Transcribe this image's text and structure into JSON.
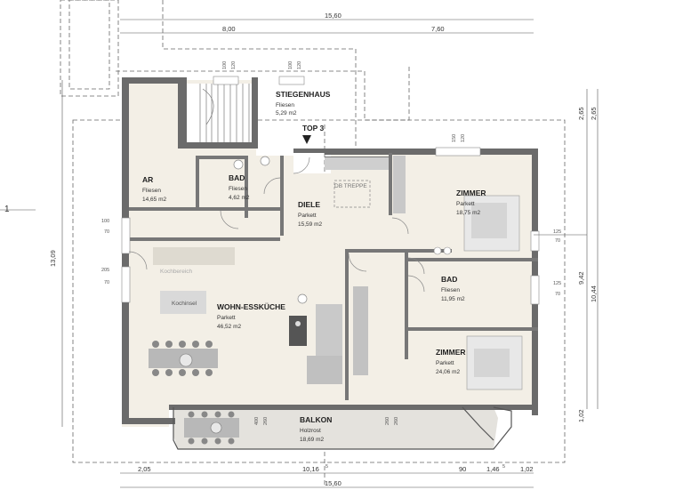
{
  "plan": {
    "marker": "TOP 3",
    "section_mark": "1",
    "rooms": {
      "stiegenhaus": {
        "name": "STIEGENHAUS",
        "material": "Fliesen",
        "area": "5,29 m2"
      },
      "ar": {
        "name": "AR",
        "material": "Fliesen",
        "area": "14,65 m2"
      },
      "bad_small": {
        "name": "BAD",
        "material": "Fliesen",
        "area": "4,62 m2"
      },
      "diele": {
        "name": "DIELE",
        "material": "Parkett",
        "area": "15,59 m2"
      },
      "zimmer_top": {
        "name": "ZIMMER",
        "material": "Parkett",
        "area": "18,75 m2"
      },
      "bad_large": {
        "name": "BAD",
        "material": "Fliesen",
        "area": "11,95 m2"
      },
      "wohn": {
        "name": "WOHN-ESSKÜCHE",
        "material": "Parkett",
        "area": "46,52 m2"
      },
      "zimmer_bottom": {
        "name": "ZIMMER",
        "material": "Parkett",
        "area": "24,06 m2"
      },
      "balkon": {
        "name": "BALKON",
        "material": "Holzrost",
        "area": "18,69 m2"
      }
    },
    "labels": {
      "db_treppe": "DB TREPPE",
      "kochbereich": "Kochbereich",
      "kochinsel": "Kochinsel"
    },
    "dimensions": {
      "top_total": "15,60",
      "top_left": "8,00",
      "top_right": "7,60",
      "bottom_total": "15,60",
      "bottom_1": "2,05",
      "bottom_2": "10,16",
      "bottom_2_sup": "5",
      "bottom_3": "90",
      "bottom_4": "1,46",
      "bottom_4_sup": "5",
      "bottom_5": "1,02",
      "left_total": "13,09",
      "right_a": "2,65",
      "right_b": "2,65",
      "right_c": "9,42",
      "right_d": "10,44",
      "right_e": "1,02",
      "win_100": "100",
      "win_70a": "70",
      "win_205": "205",
      "win_70b": "70",
      "win_125a": "125",
      "win_70c": "70",
      "win_125b": "125",
      "win_70d": "70",
      "w_top_100": "100",
      "w_top_120a": "120",
      "w_top_100b": "100",
      "w_top_120b": "120",
      "w_mid_150": "150",
      "w_mid_120": "120",
      "w_bal_400": "400",
      "w_bal_260a": "260",
      "w_bal_260b": "260",
      "w_bal_260c": "260"
    }
  }
}
